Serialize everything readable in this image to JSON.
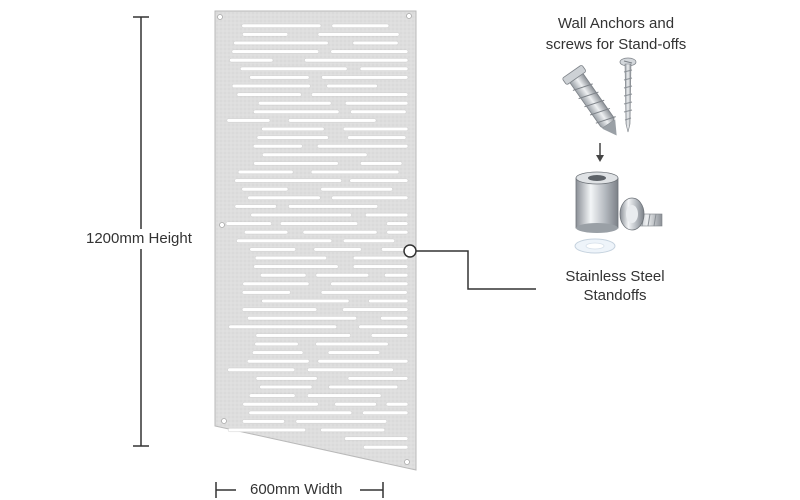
{
  "labels": {
    "height": "1200mm Height",
    "width": "600mm Width",
    "anchors_line1": "Wall Anchors and",
    "anchors_line2": "screws for Stand-offs",
    "standoffs_line1": "Stainless Steel",
    "standoffs_line2": "Standoffs"
  },
  "colors": {
    "panel": "#dcdcdc",
    "panel_edge": "#b9b9b9",
    "slot": "#ffffff",
    "line": "#333333",
    "metal": "#c8ccd0"
  },
  "icons": [
    "wall-anchor-icon",
    "screw-icon",
    "arrow-down-icon",
    "standoff-barrel-icon",
    "standoff-cap-screw-icon",
    "clear-washer-icon"
  ]
}
